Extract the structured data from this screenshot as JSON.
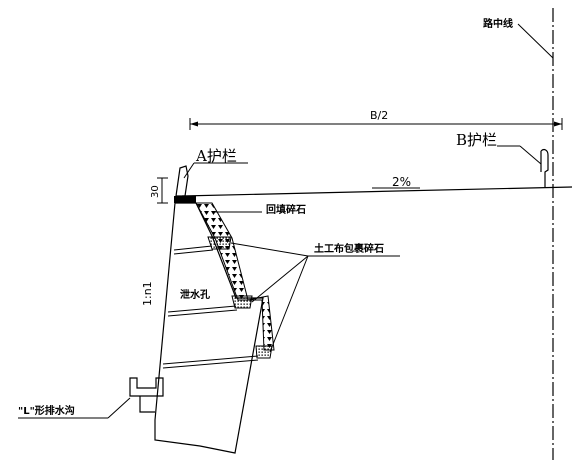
{
  "labels": {
    "road_center": "路中线",
    "half_width": "B/2",
    "guardrail_a": "A护栏",
    "guardrail_b": "B护栏",
    "slope_pct": "2%",
    "height": "30",
    "backfill": "回填碎石",
    "geotextile": "土工布包裹碎石",
    "weep_hole": "泄水孔",
    "slope_ratio": "1:n1",
    "drain": "\"L\"形排水沟"
  },
  "colors": {
    "line": "#000000",
    "background": "#ffffff"
  }
}
